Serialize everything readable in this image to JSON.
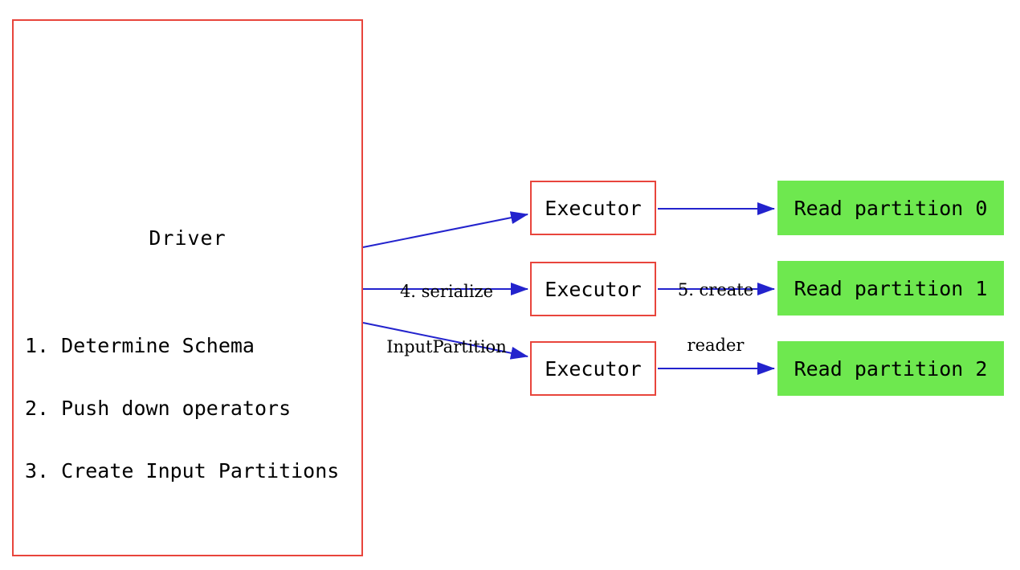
{
  "colors": {
    "box_border_red": "#e8453c",
    "arrow_blue": "#2323cd",
    "partition_green": "#6ee84f",
    "background": "#ffffff",
    "text": "#000000"
  },
  "driver": {
    "title": "Driver",
    "steps": [
      "1. Determine Schema",
      "2. Push down operators",
      "3. Create Input Partitions"
    ]
  },
  "executors": [
    "Executor",
    "Executor",
    "Executor"
  ],
  "partitions": [
    "Read partition 0",
    "Read partition 1",
    "Read partition 2"
  ],
  "edge_labels": {
    "serialize_line1": "4. serialize",
    "serialize_line2": "InputPartition",
    "reader_line1": "5. create",
    "reader_line2": "reader"
  }
}
